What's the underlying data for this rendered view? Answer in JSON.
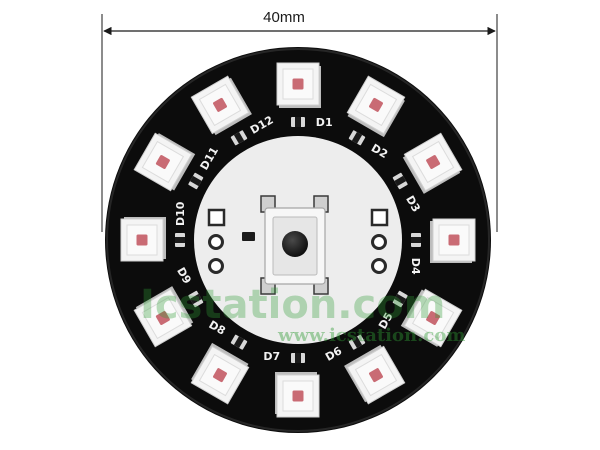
{
  "dimension": {
    "label": "40mm"
  },
  "leds": [
    {
      "label": "D1"
    },
    {
      "label": "D2"
    },
    {
      "label": "D3"
    },
    {
      "label": "D4"
    },
    {
      "label": "D5"
    },
    {
      "label": "D6"
    },
    {
      "label": "D7"
    },
    {
      "label": "D8"
    },
    {
      "label": "D9"
    },
    {
      "label": "D10"
    },
    {
      "label": "D11"
    },
    {
      "label": "D12"
    }
  ],
  "watermark": {
    "brand": "Icstation.com",
    "url": "www.icstation.com"
  },
  "colors": {
    "board": "#0c0c0c",
    "center_plate": "#ededed",
    "led_body": "#f4f4f4",
    "led_shadow": "#bdbdbd",
    "led_chip": "#c96b74",
    "watermark": "#2f9a35"
  }
}
